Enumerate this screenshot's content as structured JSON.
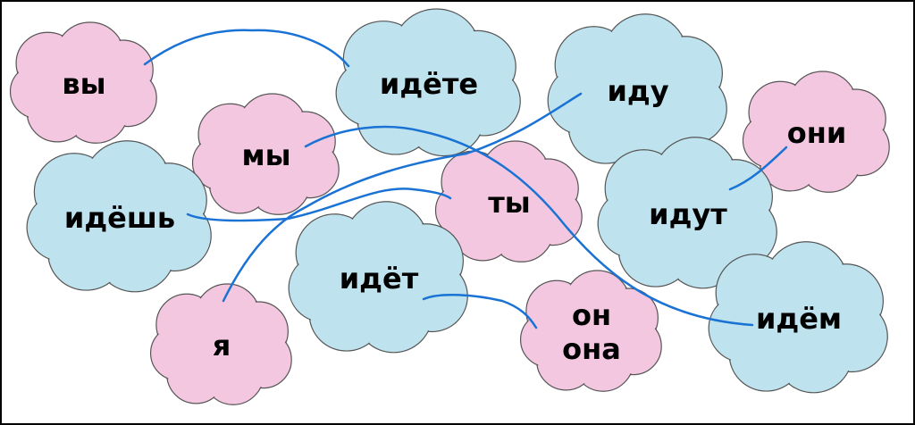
{
  "colors": {
    "pronoun": "#f4c7e1",
    "verb": "#bfe3ee",
    "outline": "#555555",
    "line": "#1a73d4"
  },
  "clouds": [
    {
      "id": "vy",
      "kind": "pronoun",
      "lines": [
        "вы"
      ]
    },
    {
      "id": "idyote",
      "kind": "verb",
      "lines": [
        "идёте"
      ]
    },
    {
      "id": "idu",
      "kind": "verb",
      "lines": [
        "иду"
      ]
    },
    {
      "id": "my",
      "kind": "pronoun",
      "lines": [
        "мы"
      ]
    },
    {
      "id": "oni",
      "kind": "pronoun",
      "lines": [
        "они"
      ]
    },
    {
      "id": "idyosh",
      "kind": "verb",
      "lines": [
        "идёшь"
      ]
    },
    {
      "id": "ty",
      "kind": "pronoun",
      "lines": [
        "ты"
      ]
    },
    {
      "id": "idut",
      "kind": "verb",
      "lines": [
        "идут"
      ]
    },
    {
      "id": "idyot",
      "kind": "verb",
      "lines": [
        "идёт"
      ]
    },
    {
      "id": "ya",
      "kind": "pronoun",
      "lines": [
        "я"
      ]
    },
    {
      "id": "on",
      "kind": "pronoun",
      "lines": [
        "он",
        "она"
      ]
    },
    {
      "id": "idyom",
      "kind": "verb",
      "lines": [
        "идём"
      ]
    }
  ],
  "connections": [
    {
      "from": "вы",
      "to": "идёте"
    },
    {
      "from": "мы",
      "to": "идём"
    },
    {
      "from": "ты",
      "to": "идёшь"
    },
    {
      "from": "я",
      "to": "иду"
    },
    {
      "from": "он/она",
      "to": "идёт"
    },
    {
      "from": "они",
      "to": "идут"
    }
  ]
}
